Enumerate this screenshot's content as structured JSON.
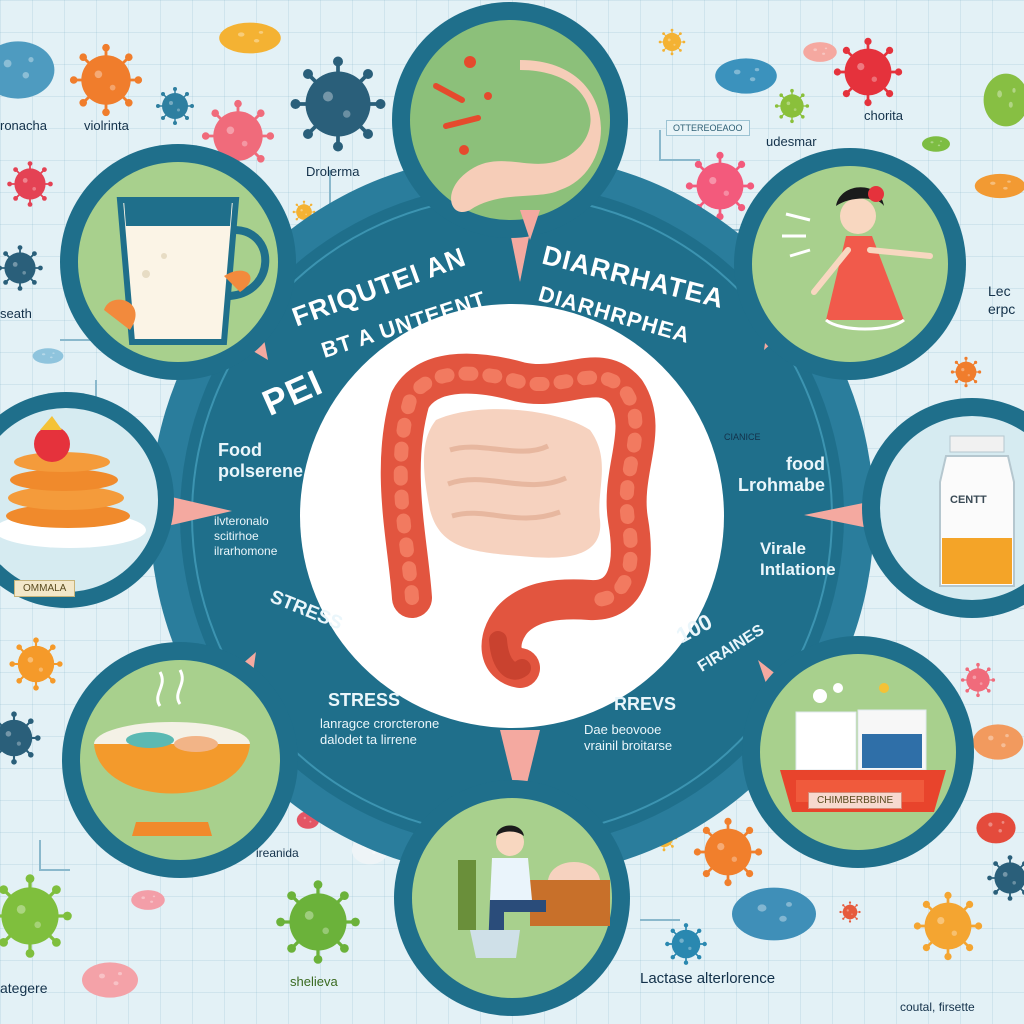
{
  "ring": {
    "title_left_line1": "FRIQUTEI AN",
    "title_left_line2": "BT A UNTEENT",
    "title_left_prefix": "PEI",
    "title_right_line1": "DIARRHATEA",
    "title_right_line2": "DIARHRPHEA",
    "left": {
      "food_heading_line1": "Food",
      "food_heading_line2": "polserene",
      "food_desc_line1": "ilvteronalo",
      "food_desc_line2": "scitirhoe",
      "food_desc_line3": "ilrarhomone",
      "stress_arc": "STRESS",
      "stress_heading": "STRESS",
      "stress_desc_line1": "lanragce crorcterone",
      "stress_desc_line2": "dalodet ta lirrene"
    },
    "right": {
      "food_heading_line1": "food",
      "food_heading_line2": "Lrohmabe",
      "viral_heading_line1": "Virale",
      "viral_heading_line2": "Intlatione",
      "arc_number": "100",
      "arc_word": "FIRAINES",
      "rrevs_heading": "RREVS",
      "rrevs_desc_line1": "Dae beovooe",
      "rrevs_desc_line2": "vrainil broitarse"
    }
  },
  "outer_labels": {
    "tl1": "ronacha",
    "tl2": "violrinta",
    "drolerma": "Drolerma",
    "chorita": "chorita",
    "udesmar": "udesmar",
    "left_mid": "seath",
    "right_mid_line1": "Lec",
    "right_mid_line2": "erpc",
    "ireanida": "ireanida",
    "bl": "ategere",
    "shelieva": "shelieva",
    "lactase": "Lactase alterlorence",
    "br": "coutal, firsette"
  },
  "tags": {
    "pancake_tag": "OMMALA",
    "bowl_tag": "CHIMBERBBINE",
    "bottle_label": "CENTT",
    "top_tag": "OTTEREOEAOO",
    "mid_tag": "CIANICE"
  },
  "colors": {
    "ring": "#1f6f8b",
    "ring_light": "#2b84a0",
    "background": "#e3f1f6",
    "colon": "#e2553f",
    "intestine": "#f6d2bf",
    "node_fill": "#a8d08d",
    "arrow": "#f4a9a0"
  },
  "icons": [
    "colon-icon",
    "glass-icon",
    "stomach-icon",
    "girl-icon",
    "pancake-icon",
    "bottle-icon",
    "bowl-icon",
    "person-icon",
    "tray-icon",
    "virus-icon"
  ]
}
